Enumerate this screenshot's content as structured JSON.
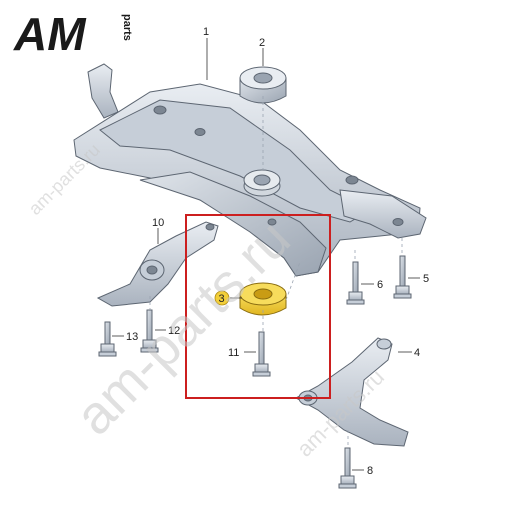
{
  "brand": {
    "logo_main": "AM",
    "logo_sub": "parts",
    "color": "#1a1a1a"
  },
  "watermarks": {
    "large": "am-parts.ru",
    "small_left": "am-parts.ru",
    "small_bottom": "am-parts.ru"
  },
  "highlight": {
    "color": "#cc1f1f",
    "part_fill": "#f2cf3a"
  },
  "callouts": [
    {
      "id": "1",
      "label": "1"
    },
    {
      "id": "2",
      "label": "2"
    },
    {
      "id": "3",
      "label": "3"
    },
    {
      "id": "4",
      "label": "4"
    },
    {
      "id": "5",
      "label": "5"
    },
    {
      "id": "6",
      "label": "6"
    },
    {
      "id": "8",
      "label": "8"
    },
    {
      "id": "10",
      "label": "10"
    },
    {
      "id": "11",
      "label": "11"
    },
    {
      "id": "12",
      "label": "12"
    },
    {
      "id": "13",
      "label": "13"
    }
  ]
}
